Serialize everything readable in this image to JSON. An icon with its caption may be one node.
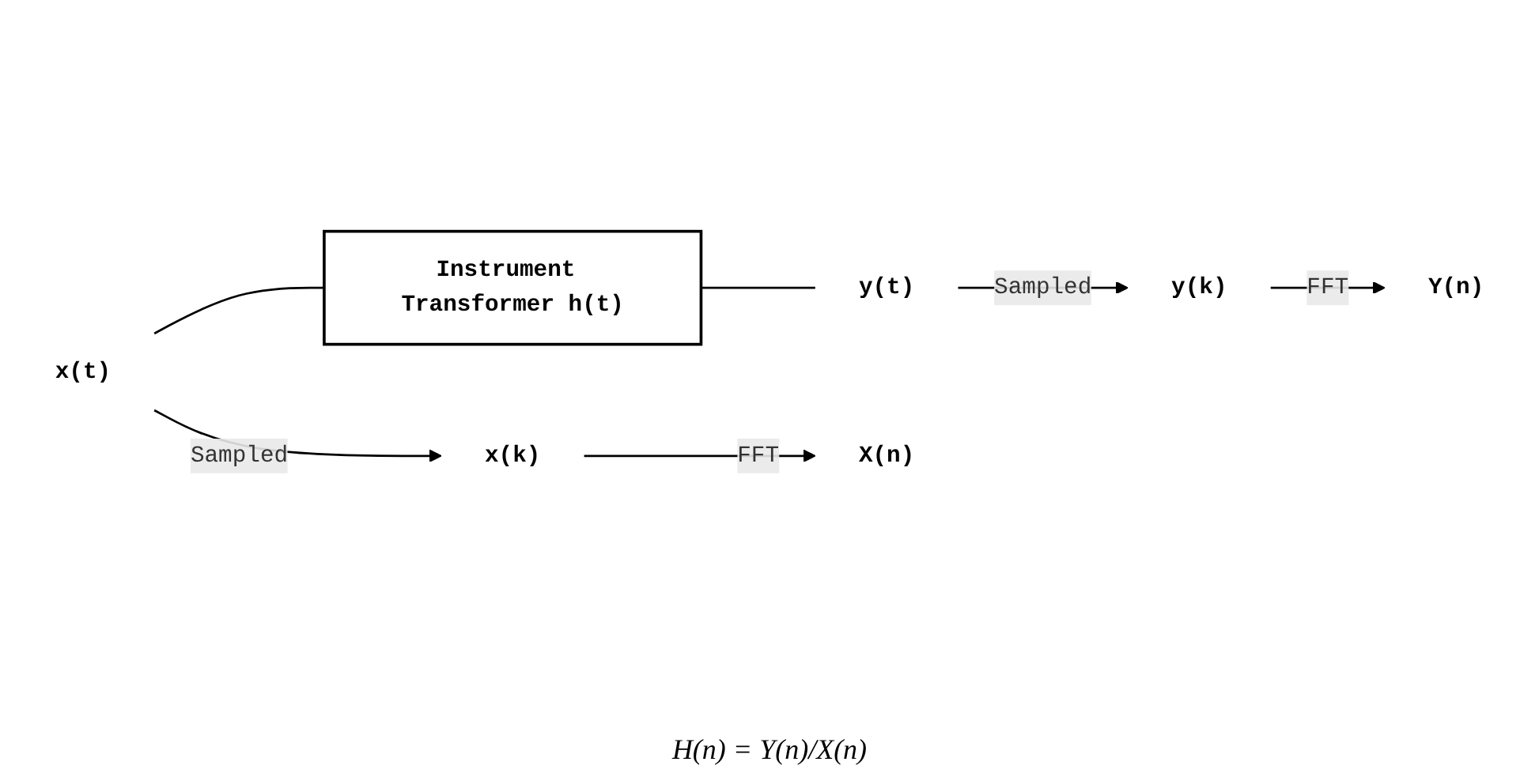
{
  "diagram": {
    "nodes": [
      {
        "text": [
          "x(t)"
        ]
      },
      {
        "text": [
          "Instrument Transformer h(t)"
        ]
      },
      {
        "text": [
          "y(t)"
        ]
      },
      {
        "text": [
          "x(k)"
        ]
      },
      {
        "text": [
          "X(n)"
        ]
      },
      {
        "text": [
          "y(k)"
        ]
      },
      {
        "text": [
          "Y(n)"
        ]
      }
    ],
    "edges": [
      {
        "from": 0,
        "to": 1,
        "arrow": "none"
      },
      {
        "from": 1,
        "to": 2,
        "arrow": "none"
      },
      {
        "from": 0,
        "to": 3,
        "arrow": "to",
        "label": "Sampled"
      },
      {
        "from": 3,
        "to": 4,
        "arrow": "to",
        "label": "FFT"
      },
      {
        "from": 2,
        "to": 5,
        "arrow": "to",
        "label": "Sampled"
      },
      {
        "from": 5,
        "to": 6,
        "arrow": "to",
        "label": "FFT"
      }
    ],
    "labels": [
      "H(n) = Y(n)/X(n)"
    ]
  }
}
